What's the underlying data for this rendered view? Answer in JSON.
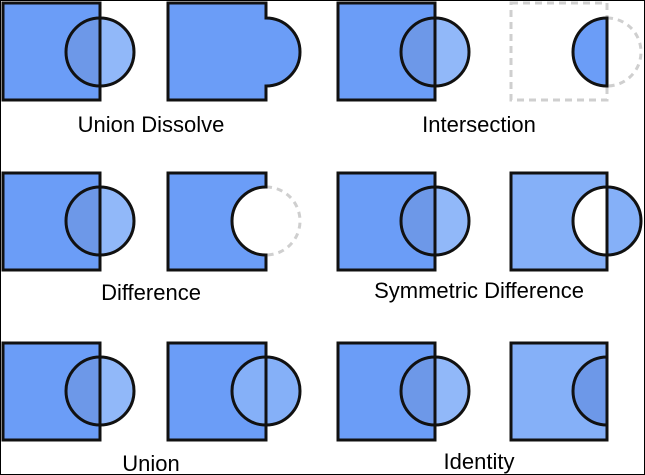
{
  "colors": {
    "fill": "#6b9df7",
    "fill_light": "#85b0f8",
    "overlap": "#6d98e8",
    "stroke": "#111111",
    "ghost": "#cfcfcf",
    "frame": "#000000",
    "background": "#ffffff"
  },
  "operations": [
    {
      "id": "union-dissolve",
      "label": "Union Dissolve"
    },
    {
      "id": "intersection",
      "label": "Intersection"
    },
    {
      "id": "difference",
      "label": "Difference"
    },
    {
      "id": "symmetric-difference",
      "label": "Symmetric Difference"
    },
    {
      "id": "union",
      "label": "Union"
    },
    {
      "id": "identity",
      "label": "Identity"
    }
  ]
}
